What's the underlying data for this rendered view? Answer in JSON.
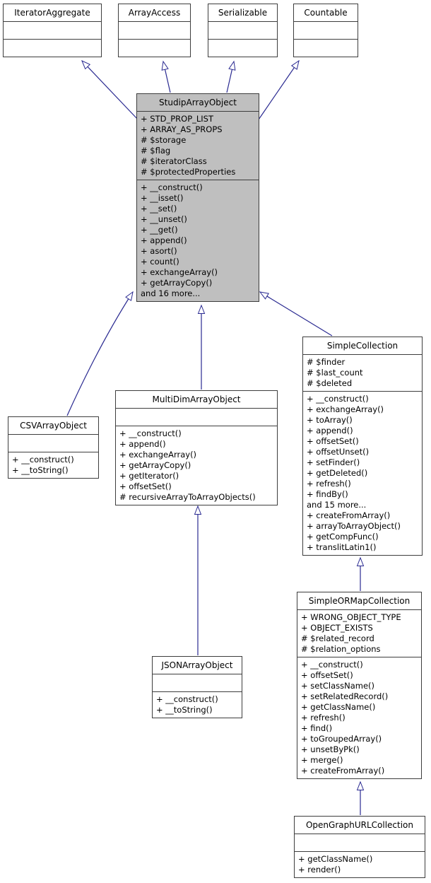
{
  "diagram": {
    "type": "uml-class-inheritance-graph",
    "colors": {
      "arrow": "#2a2a91",
      "box_border": "#3d3d3d",
      "box_fill": "#ffffff",
      "highlight_fill": "#bfbfbf",
      "text": "#000000"
    },
    "classes": {
      "iterator_aggregate": {
        "name": "IteratorAggregate",
        "attributes": [],
        "methods": []
      },
      "array_access": {
        "name": "ArrayAccess",
        "attributes": [],
        "methods": []
      },
      "serializable": {
        "name": "Serializable",
        "attributes": [],
        "methods": []
      },
      "countable": {
        "name": "Countable",
        "attributes": [],
        "methods": []
      },
      "studip_array_object": {
        "name": "StudipArrayObject",
        "attributes": [
          "+ STD_PROP_LIST",
          "+ ARRAY_AS_PROPS",
          "# $storage",
          "# $flag",
          "# $iteratorClass",
          "# $protectedProperties"
        ],
        "methods": [
          "+ __construct()",
          "+ __isset()",
          "+ __set()",
          "+ __unset()",
          "+ __get()",
          "+ append()",
          "+ asort()",
          "+ count()",
          "+ exchangeArray()",
          "+ getArrayCopy()",
          "and 16 more..."
        ]
      },
      "csv_array_object": {
        "name": "CSVArrayObject",
        "attributes": [],
        "methods": [
          "+ __construct()",
          "+ __toString()"
        ]
      },
      "multi_dim_array_object": {
        "name": "MultiDimArrayObject",
        "attributes": [],
        "methods": [
          "+ __construct()",
          "+ append()",
          "+ exchangeArray()",
          "+ getArrayCopy()",
          "+ getIterator()",
          "+ offsetSet()",
          "# recursiveArrayToArrayObjects()"
        ]
      },
      "simple_collection": {
        "name": "SimpleCollection",
        "attributes": [
          "# $finder",
          "# $last_count",
          "# $deleted"
        ],
        "methods": [
          "+ __construct()",
          "+ exchangeArray()",
          "+ toArray()",
          "+ append()",
          "+ offsetSet()",
          "+ offsetUnset()",
          "+ setFinder()",
          "+ getDeleted()",
          "+ refresh()",
          "+ findBy()",
          "and 15 more...",
          "+ createFromArray()",
          "+ arrayToArrayObject()",
          "+ getCompFunc()",
          "+ translitLatin1()"
        ]
      },
      "json_array_object": {
        "name": "JSONArrayObject",
        "attributes": [],
        "methods": [
          "+ __construct()",
          "+ __toString()"
        ]
      },
      "simple_ormap_collection": {
        "name": "SimpleORMapCollection",
        "attributes": [
          "+ WRONG_OBJECT_TYPE",
          "+ OBJECT_EXISTS",
          "# $related_record",
          "# $relation_options"
        ],
        "methods": [
          "+ __construct()",
          "+ offsetSet()",
          "+ setClassName()",
          "+ setRelatedRecord()",
          "+ getClassName()",
          "+ refresh()",
          "+ find()",
          "+ toGroupedArray()",
          "+ unsetByPk()",
          "+ merge()",
          "+ createFromArray()"
        ]
      },
      "open_graph_url_collection": {
        "name": "OpenGraphURLCollection",
        "attributes": [],
        "methods": [
          "+ getClassName()",
          "+ render()"
        ]
      }
    },
    "edges": [
      {
        "from": "StudipArrayObject",
        "to": "IteratorAggregate",
        "relation": "inherits"
      },
      {
        "from": "StudipArrayObject",
        "to": "ArrayAccess",
        "relation": "inherits"
      },
      {
        "from": "StudipArrayObject",
        "to": "Serializable",
        "relation": "inherits"
      },
      {
        "from": "StudipArrayObject",
        "to": "Countable",
        "relation": "inherits"
      },
      {
        "from": "CSVArrayObject",
        "to": "StudipArrayObject",
        "relation": "inherits"
      },
      {
        "from": "MultiDimArrayObject",
        "to": "StudipArrayObject",
        "relation": "inherits"
      },
      {
        "from": "SimpleCollection",
        "to": "StudipArrayObject",
        "relation": "inherits"
      },
      {
        "from": "JSONArrayObject",
        "to": "MultiDimArrayObject",
        "relation": "inherits"
      },
      {
        "from": "SimpleORMapCollection",
        "to": "SimpleCollection",
        "relation": "inherits"
      },
      {
        "from": "OpenGraphURLCollection",
        "to": "SimpleORMapCollection",
        "relation": "inherits"
      }
    ]
  }
}
